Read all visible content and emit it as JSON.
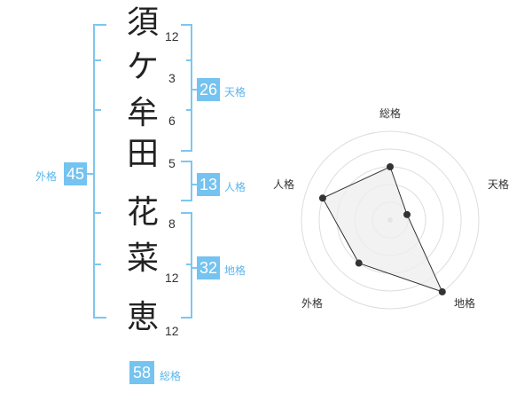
{
  "name_chars": [
    {
      "char": "須",
      "strokes": "12"
    },
    {
      "char": "ケ",
      "strokes": "3"
    },
    {
      "char": "牟",
      "strokes": "6"
    },
    {
      "char": "田",
      "strokes": "5"
    },
    {
      "char": "花",
      "strokes": "8"
    },
    {
      "char": "菜",
      "strokes": "12"
    },
    {
      "char": "恵",
      "strokes": "12"
    }
  ],
  "fortunes": {
    "tenkaku": {
      "value": "26",
      "label": "天格"
    },
    "jinkaku": {
      "value": "13",
      "label": "人格"
    },
    "chikaku": {
      "value": "32",
      "label": "地格"
    },
    "gaikaku": {
      "value": "45",
      "label": "外格"
    },
    "soukaku": {
      "value": "58",
      "label": "総格"
    }
  },
  "chart_data": {
    "type": "radar",
    "axes": [
      "総格",
      "天格",
      "地格",
      "外格",
      "人格"
    ],
    "values": [
      3,
      1,
      5,
      3,
      4
    ],
    "max": 5,
    "rings": 5,
    "colors": {
      "fill": "#eeeeee",
      "stroke": "#333333",
      "ring": "#dddddd",
      "point": "#333333"
    }
  },
  "colors": {
    "accent": "#74c3f0",
    "bracket": "#7dc6ef"
  }
}
